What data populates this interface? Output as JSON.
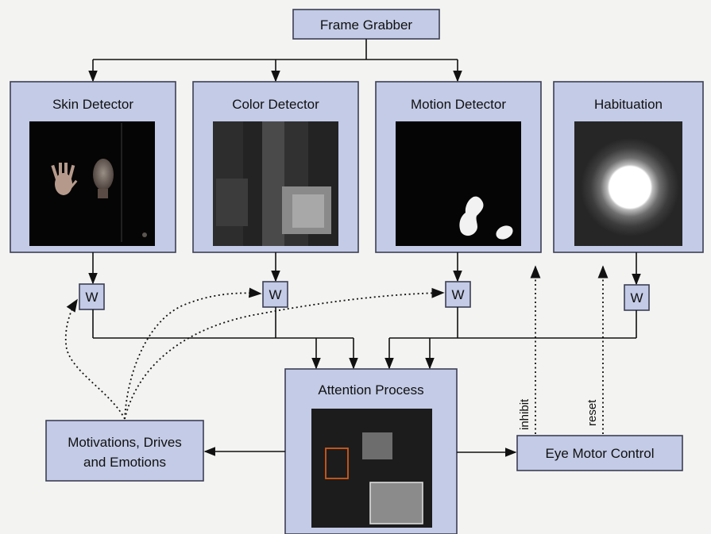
{
  "nodes": {
    "frame_grabber": "Frame Grabber",
    "skin_detector": "Skin Detector",
    "color_detector": "Color Detector",
    "motion_detector": "Motion Detector",
    "habituation": "Habituation",
    "attention_process": "Attention Process",
    "motivations_line1": "Motivations, Drives",
    "motivations_line2": "and Emotions",
    "eye_motor_control": "Eye Motor Control"
  },
  "weights": {
    "skin": "W",
    "color": "W",
    "motion": "W",
    "habituation": "W"
  },
  "edge_labels": {
    "inhibit": "inhibit",
    "reset": "reset"
  },
  "colors": {
    "box_fill": "#c3cbe6",
    "box_stroke": "#3c3f55",
    "highlight_orange": "#d35a1b",
    "highlight_white": "#dcdcdc"
  }
}
